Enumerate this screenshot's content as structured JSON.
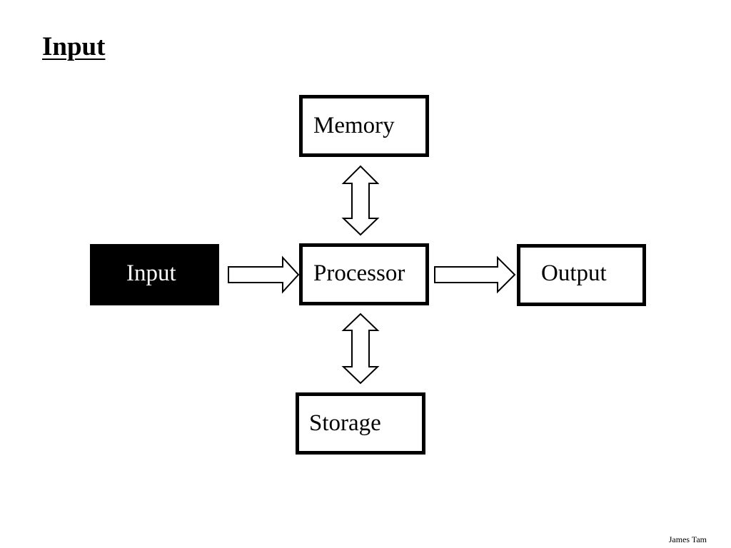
{
  "slide": {
    "title": "Input",
    "footer": "James Tam"
  },
  "diagram": {
    "nodes": {
      "memory": "Memory",
      "input": "Input",
      "processor": "Processor",
      "output": "Output",
      "storage": "Storage"
    },
    "highlighted_node": "input",
    "colors": {
      "highlight_fill": "#000000",
      "highlight_text": "#ffffff",
      "box_border": "#000000"
    }
  }
}
